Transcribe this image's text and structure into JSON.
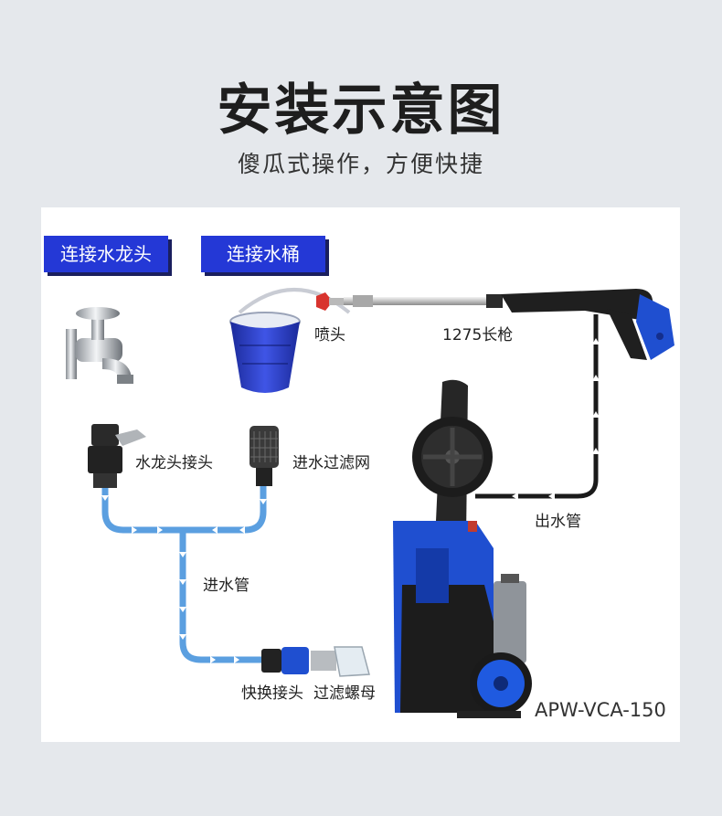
{
  "header": {
    "title": "安装示意图",
    "subtitle": "傻瓜式操作，方便快捷"
  },
  "tags": {
    "faucet": "连接水龙头",
    "bucket": "连接水桶"
  },
  "labels": {
    "nozzle": "喷头",
    "lance": "1275长枪",
    "faucet_adapter": "水龙头接头",
    "inlet_filter": "进水过滤网",
    "outlet_hose": "出水管",
    "inlet_hose": "进水管",
    "quick_connector": "快换接头",
    "filter_nut": "过滤螺母"
  },
  "model": "APW-VCA-150",
  "colors": {
    "brand_blue": "#2438d6",
    "hose_blue": "#5b9fe0",
    "machine_blue": "#1f4fd0",
    "background": "#e5e8ec"
  }
}
